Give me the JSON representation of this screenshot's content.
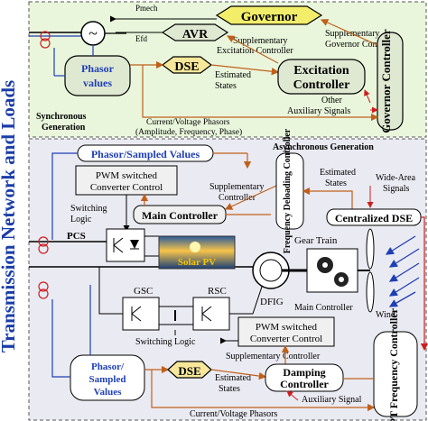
{
  "vertical_title": "Transmission Network and Loads",
  "sync": {
    "p_mech_label": "Pmech",
    "e_fd_label": "Efd",
    "governor": "Governor",
    "avr": "AVR",
    "dse": "DSE",
    "phasor_values": [
      "Phasor",
      "values"
    ],
    "supplementary_excitation": "Supplementary",
    "supplementary_excitation_2": "Excitation Controller",
    "supplementary_governor": [
      "Supplementary",
      "Governor Controller"
    ],
    "estimated_states": [
      "Estimated",
      "States"
    ],
    "excitation_controller": [
      "Excitation",
      "Controller"
    ],
    "governor_controller": "Governor Controller",
    "other_aux": [
      "Other",
      "Auxiliary Signals"
    ],
    "section_label": [
      "Synchronous",
      "Generation"
    ],
    "current_voltage": [
      "Current/Voltage Phasors",
      "(Amplitude, Frequency, Phase)"
    ]
  },
  "async": {
    "section_label": "Asynchronous  Generation",
    "phasor_sampled_top": "Phasor/Sampled Values",
    "pwm_top": [
      "PWM switched",
      "Converter Control"
    ],
    "switching_logic_top": [
      "Switching",
      "Logic"
    ],
    "main_controller": "Main Controller",
    "pcs": "PCS",
    "solar_pv": "Solar PV",
    "supplementary_controller_top": [
      "Supplementary",
      "Controller"
    ],
    "frequency_deloading": "Frequency Deloading Controller",
    "estimated_states_top": [
      "Estimated",
      "States"
    ],
    "wide_area": [
      "Wide-Area",
      "Signals"
    ],
    "centralized_dse": "Centralized DSE",
    "gear_train": "Gear Train",
    "gsc": "GSC",
    "rsc": "RSC",
    "dfig": "DFIG",
    "main_controller_label": "Main Controller",
    "wind": "Wind",
    "switching_logic_bottom": "Switching Logic",
    "pwm_bottom": [
      "PWM switched",
      "Converter Control"
    ],
    "supplementary_controller_bottom": "Supplementary Controller",
    "phasor_sampled_bottom": [
      "Phasor/",
      "Sampled",
      "Values"
    ],
    "dse": "DSE",
    "estimated_states_bottom": [
      "Estimated",
      "States"
    ],
    "damping_controller": [
      "Damping",
      "Controller"
    ],
    "auxiliary_signal": "Auxiliary Signal",
    "current_voltage_bottom": "Current/Voltage Phasors",
    "mppt": "MPPT Frequency Controller"
  },
  "colors": {
    "sync_bg": "#e9f6dc",
    "async_bg": "#eaeaf2",
    "blue": "#1f3fb4",
    "orange": "#c0601a",
    "red": "#cc1f1f",
    "dark_green": "#1f6b2a",
    "box_fill": "#dfe9d2",
    "box_fill_async": "#f0f0f0"
  }
}
